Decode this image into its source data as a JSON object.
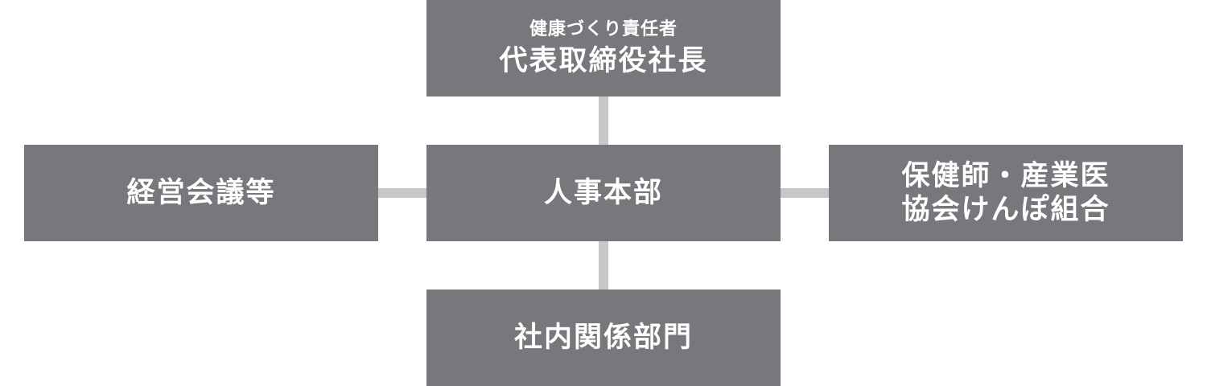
{
  "nodes": {
    "top": {
      "subtitle": "健康づくり責任者",
      "title": "代表取締役社長"
    },
    "center": {
      "title": "人事本部"
    },
    "left": {
      "title": "経営会議等"
    },
    "right": {
      "lines": [
        "保健師・産業医",
        "協会けんぽ組合"
      ]
    },
    "bottom": {
      "title": "社内関係部門"
    }
  },
  "colors": {
    "box": "#76787b",
    "connector": "#c8c8c8",
    "text": "#ffffff"
  }
}
